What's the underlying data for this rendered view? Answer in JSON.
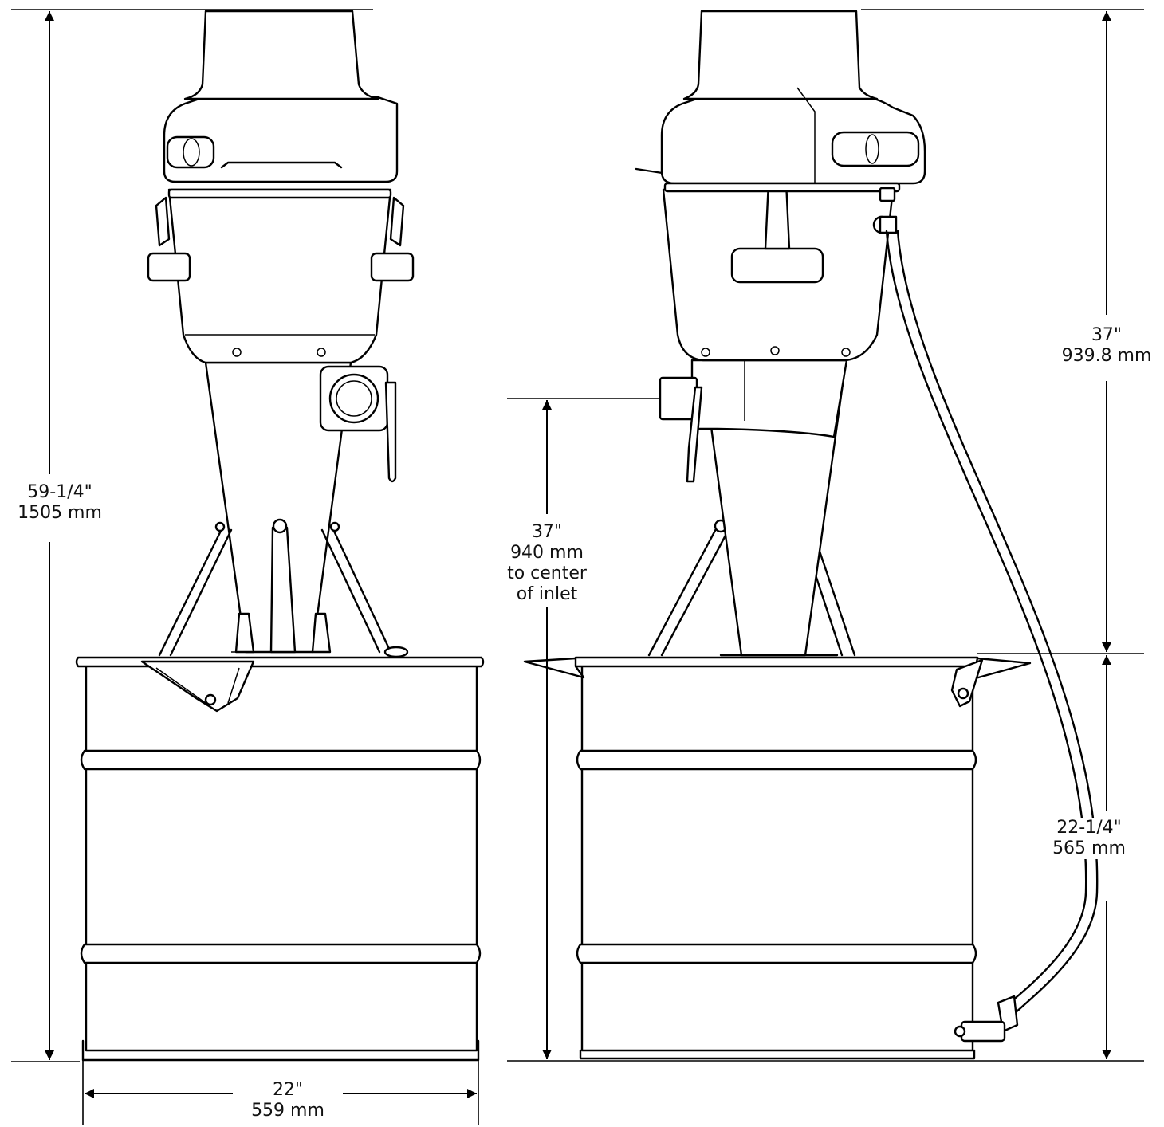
{
  "dimensions": {
    "overall_height": {
      "imperial": "59-1/4\"",
      "metric": "1505 mm"
    },
    "drum_width": {
      "imperial": "22\"",
      "metric": "559 mm"
    },
    "inlet_height": {
      "imperial": "37\"",
      "metric": "940 mm",
      "note_line1": "to center",
      "note_line2": "of inlet"
    },
    "separator_height": {
      "imperial": "37\"",
      "metric": "939.8 mm"
    },
    "drum_height": {
      "imperial": "22-1/4\"",
      "metric": "565 mm"
    }
  },
  "views": [
    "front-view",
    "side-view"
  ]
}
